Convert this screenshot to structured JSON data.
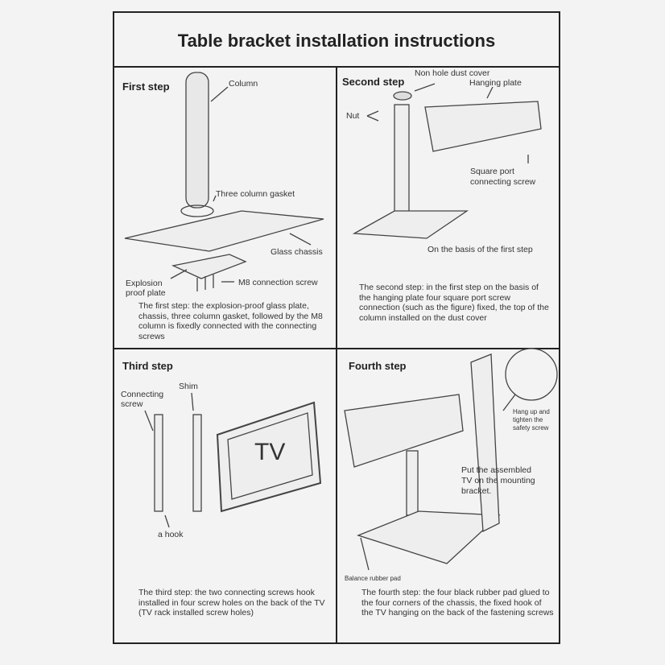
{
  "title": "Table bracket installation instructions",
  "steps": {
    "first": {
      "heading": "First step",
      "labels": {
        "column": "Column",
        "gasket": "Three column gasket",
        "chassis": "Glass chassis",
        "plate_1": "Explosion",
        "plate_2": "proof plate",
        "screw": "M8 connection screw"
      },
      "description": "The first step: the explosion-proof glass plate, chassis, three column gasket, followed by the M8 column is fixedly connected with the connecting screws"
    },
    "second": {
      "heading": "Second step",
      "labels": {
        "dust_cover": "Non hole dust cover",
        "hanging_plate": "Hanging plate",
        "nut": "Nut",
        "square_1": "Square port",
        "square_2": "connecting screw",
        "basis": "On the basis of the first step"
      },
      "description": "The second step: in the first step on the basis of the hanging plate four square port screw connection (such as the figure) fixed, the top of the column installed on the dust cover"
    },
    "third": {
      "heading": "Third step",
      "labels": {
        "screw_1": "Connecting",
        "screw_2": "screw",
        "shim": "Shim",
        "tv": "TV",
        "hook": "a hook"
      },
      "description": "The third step: the two connecting screws hook installed in four screw holes on the back of the TV (TV rack installed screw holes)"
    },
    "fourth": {
      "heading": "Fourth step",
      "labels": {
        "hang_1": "Hang up and",
        "hang_2": "tighten the",
        "hang_3": "safety screw",
        "put_1": "Put the assembled",
        "put_2": "TV on the mounting",
        "put_3": "bracket.",
        "pad": "Balance rubber pad"
      },
      "description": "The fourth step: the four black rubber pad glued to the four corners of the chassis, the fixed hook of the TV hanging on the back of the fastening screws"
    }
  }
}
